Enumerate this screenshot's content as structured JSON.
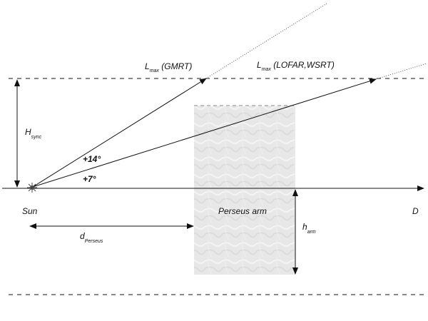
{
  "labels": {
    "l_max_gmrt_main": "L",
    "l_max_gmrt_sub": "max",
    "l_max_gmrt_paren": " (GMRT)",
    "l_max_lofar_main": "L",
    "l_max_lofar_sub": "max",
    "l_max_lofar_paren": " (LOFAR,WSRT)",
    "h_sync_main": "H",
    "h_sync_sub": "sync",
    "angle_14": "+14°",
    "angle_7": "+7°",
    "sun": "Sun",
    "perseus_arm": "Perseus arm",
    "d_axis": "D",
    "d_perseus_main": "d",
    "d_perseus_sub": "Perseus",
    "h_arm_main": "h",
    "h_arm_sub": "arm"
  },
  "icons": {
    "sun": "sun-icon"
  },
  "colors": {
    "ink": "#111111",
    "arm_fill": "#e6e6e6",
    "arm_border": "#9a9a9a"
  }
}
